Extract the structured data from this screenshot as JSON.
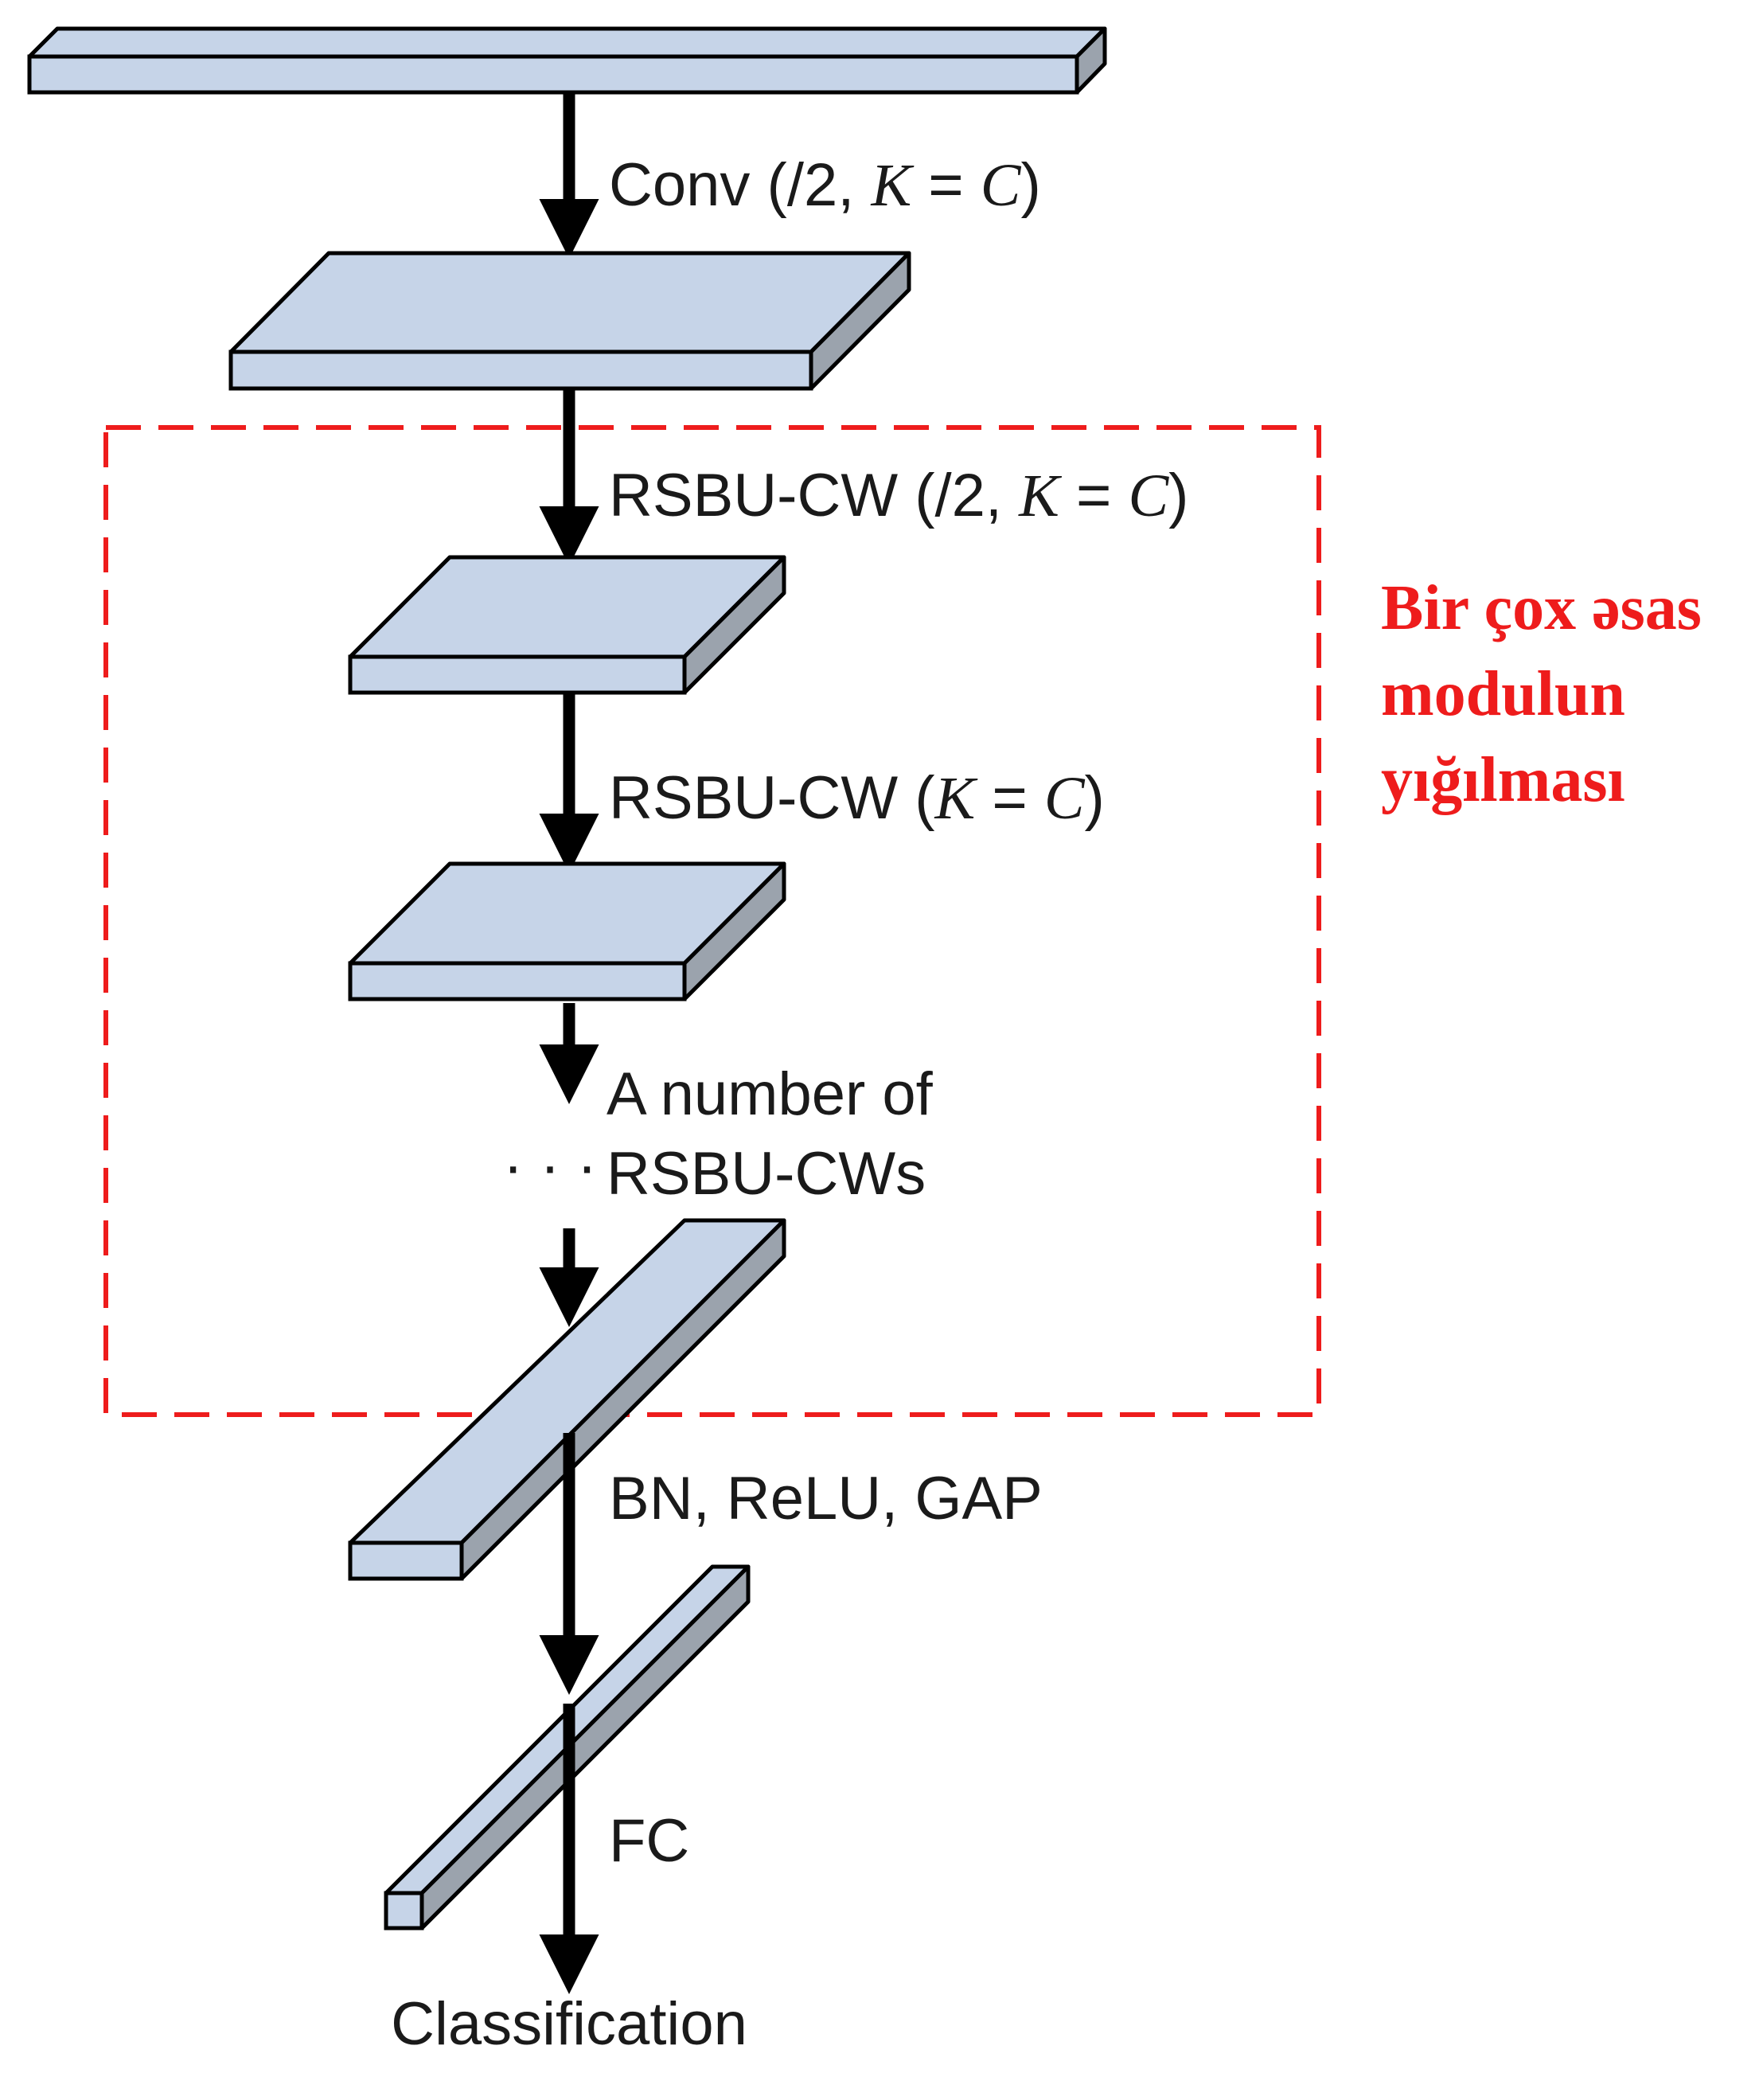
{
  "colors": {
    "top_face": "#c6d4e8",
    "front_face": "#c6d4e8",
    "side_face": "#9ba3ad",
    "outline": "#000000",
    "arrow": "#000000",
    "highlight": "#ee1c1c"
  },
  "labels": {
    "conv": {
      "prefix": "Conv (/2, ",
      "k": "K",
      "eq": " = ",
      "c": "C",
      "suffix": ")"
    },
    "rsbu_down": {
      "prefix": "RSBU-CW (/2, ",
      "k": "K",
      "eq": " = ",
      "c": "C",
      "suffix": ")"
    },
    "rsbu": {
      "prefix": "RSBU-CW (",
      "k": "K",
      "eq": " = ",
      "c": "C",
      "suffix": ")"
    },
    "number_line1": "A number of",
    "number_line2": "RSBU-CWs",
    "ellipsis": "· · ·",
    "bn": "BN, ReLU, GAP",
    "fc": "FC",
    "classification": "Classification"
  },
  "annotation": {
    "line1": "Bir çox əsas",
    "line2": "modulun",
    "line3": "yığılması"
  }
}
